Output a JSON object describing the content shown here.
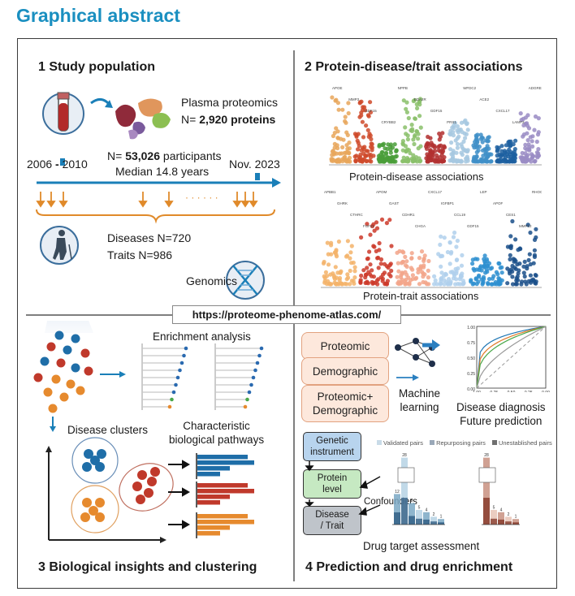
{
  "header": {
    "title": "Graphical abstract"
  },
  "url": "https://proteome-phenome-atlas.com/",
  "s1": {
    "title": "1 Study population",
    "plasma_label": "Plasma proteomics",
    "proteins_prefix": "N=",
    "proteins_value": "2,920 proteins",
    "year_start": "2006",
    "year_dash": "-",
    "year_end": "2010",
    "participants_prefix": "N=",
    "participants_value": "53,026",
    "participants_suffix": "participants",
    "median": "Median 14.8 years",
    "end_date": "Nov. 2023",
    "dots": "· · · · · ·",
    "diseases": "Diseases N=720",
    "traits": "Traits N=986",
    "genomics": "Genomics"
  },
  "s2": {
    "title": "2 Protein-disease/trait associations",
    "caption_disease": "Protein-disease associations",
    "caption_trait": "Protein-trait associations",
    "colors_disease": [
      "#e8a65a",
      "#cf4a2a",
      "#4a9e3a",
      "#8ac06a",
      "#b23030",
      "#a6c8e0",
      "#3f8fc8",
      "#1c5fa0",
      "#9a8cc4"
    ],
    "colors_trait": [
      "#f3b36a",
      "#cc3a2a",
      "#f2a58a",
      "#b0d0ec",
      "#2e8fd0",
      "#1a4f8a"
    ],
    "disease_labels": [
      "APOE",
      "MMP3",
      "GDF15",
      "CRYBB2",
      "NPPB",
      "EDA2R",
      "GDF15",
      "PRS1",
      "WFDC2",
      "ACE2",
      "CXCL17",
      "LAMP3",
      "ADGRE2"
    ],
    "trait_labels": [
      "APBB1",
      "GHRK",
      "CTHRC",
      "FGF21",
      "APOM",
      "GAST",
      "CDHR1",
      "CHGA",
      "CXCL17",
      "IGFBP1",
      "CCL19",
      "GDF15",
      "LEP",
      "APOF",
      "CES1",
      "MMP12",
      "RHOC1"
    ]
  },
  "s3": {
    "title": "3 Biological insights and clustering",
    "enrichment": "Enrichment analysis",
    "clusters": "Disease clusters",
    "pathways_line1": "Characteristic",
    "pathways_line2": "biological pathways",
    "cluster_colors": [
      "#1f6ea8",
      "#c0392b",
      "#e68a2e"
    ]
  },
  "s4": {
    "title": "4 Prediction and drug enrichment",
    "box_proteomic": "Proteomic",
    "box_demographic": "Demographic",
    "box_combined_1": "Proteomic+",
    "box_combined_2": "Demographic",
    "ml_line1": "Machine",
    "ml_line2": "learning",
    "diag_line1": "Disease diagnosis",
    "diag_line2": "Future prediction",
    "genetic_1": "Genetic",
    "genetic_2": "instrument",
    "protein_1": "Protein",
    "protein_2": "level",
    "disease_1": "Disease",
    "disease_2": "/ Trait",
    "confounders": "Confounders",
    "drug_target": "Drug target  assessment",
    "legend": [
      "Validated pairs",
      "Repurposing pairs",
      "Unestablished pairs"
    ],
    "roc_y_ticks": [
      "1.00",
      "0.75",
      "0.50",
      "0.25",
      "0.00"
    ],
    "roc_x_ticks": [
      "1.00",
      "0.75",
      "0.50",
      "0.25",
      "0.00"
    ],
    "bar_values_left": [
      "12",
      "28",
      "8",
      "5",
      "4",
      "2",
      "1"
    ],
    "bar_values_right": [
      "28",
      "5",
      "4",
      "2",
      "1"
    ]
  }
}
